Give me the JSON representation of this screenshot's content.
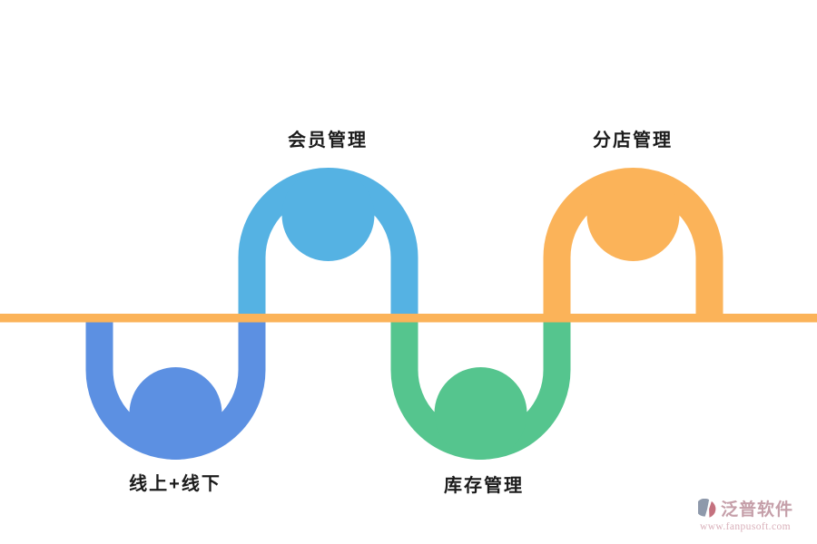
{
  "diagram": {
    "type": "process-wave",
    "baseline_color": "#FBB359",
    "nodes": [
      {
        "id": "online-offline",
        "label": "线上+线下",
        "row": "bottom",
        "color": "#5C90E2"
      },
      {
        "id": "member-management",
        "label": "会员管理",
        "row": "top",
        "color": "#55B2E3"
      },
      {
        "id": "inventory-management",
        "label": "库存管理",
        "row": "bottom",
        "color": "#55C58E"
      },
      {
        "id": "branch-management",
        "label": "分店管理",
        "row": "top",
        "color": "#FBB359"
      }
    ]
  },
  "watermark": {
    "brand": "泛普软件",
    "url": "www.fanpusoft.com",
    "colors": {
      "brand": "#C59FA9",
      "url": "#D9B0BA",
      "icon_grey": "#8E99AB",
      "icon_pink": "#C4717E"
    }
  }
}
